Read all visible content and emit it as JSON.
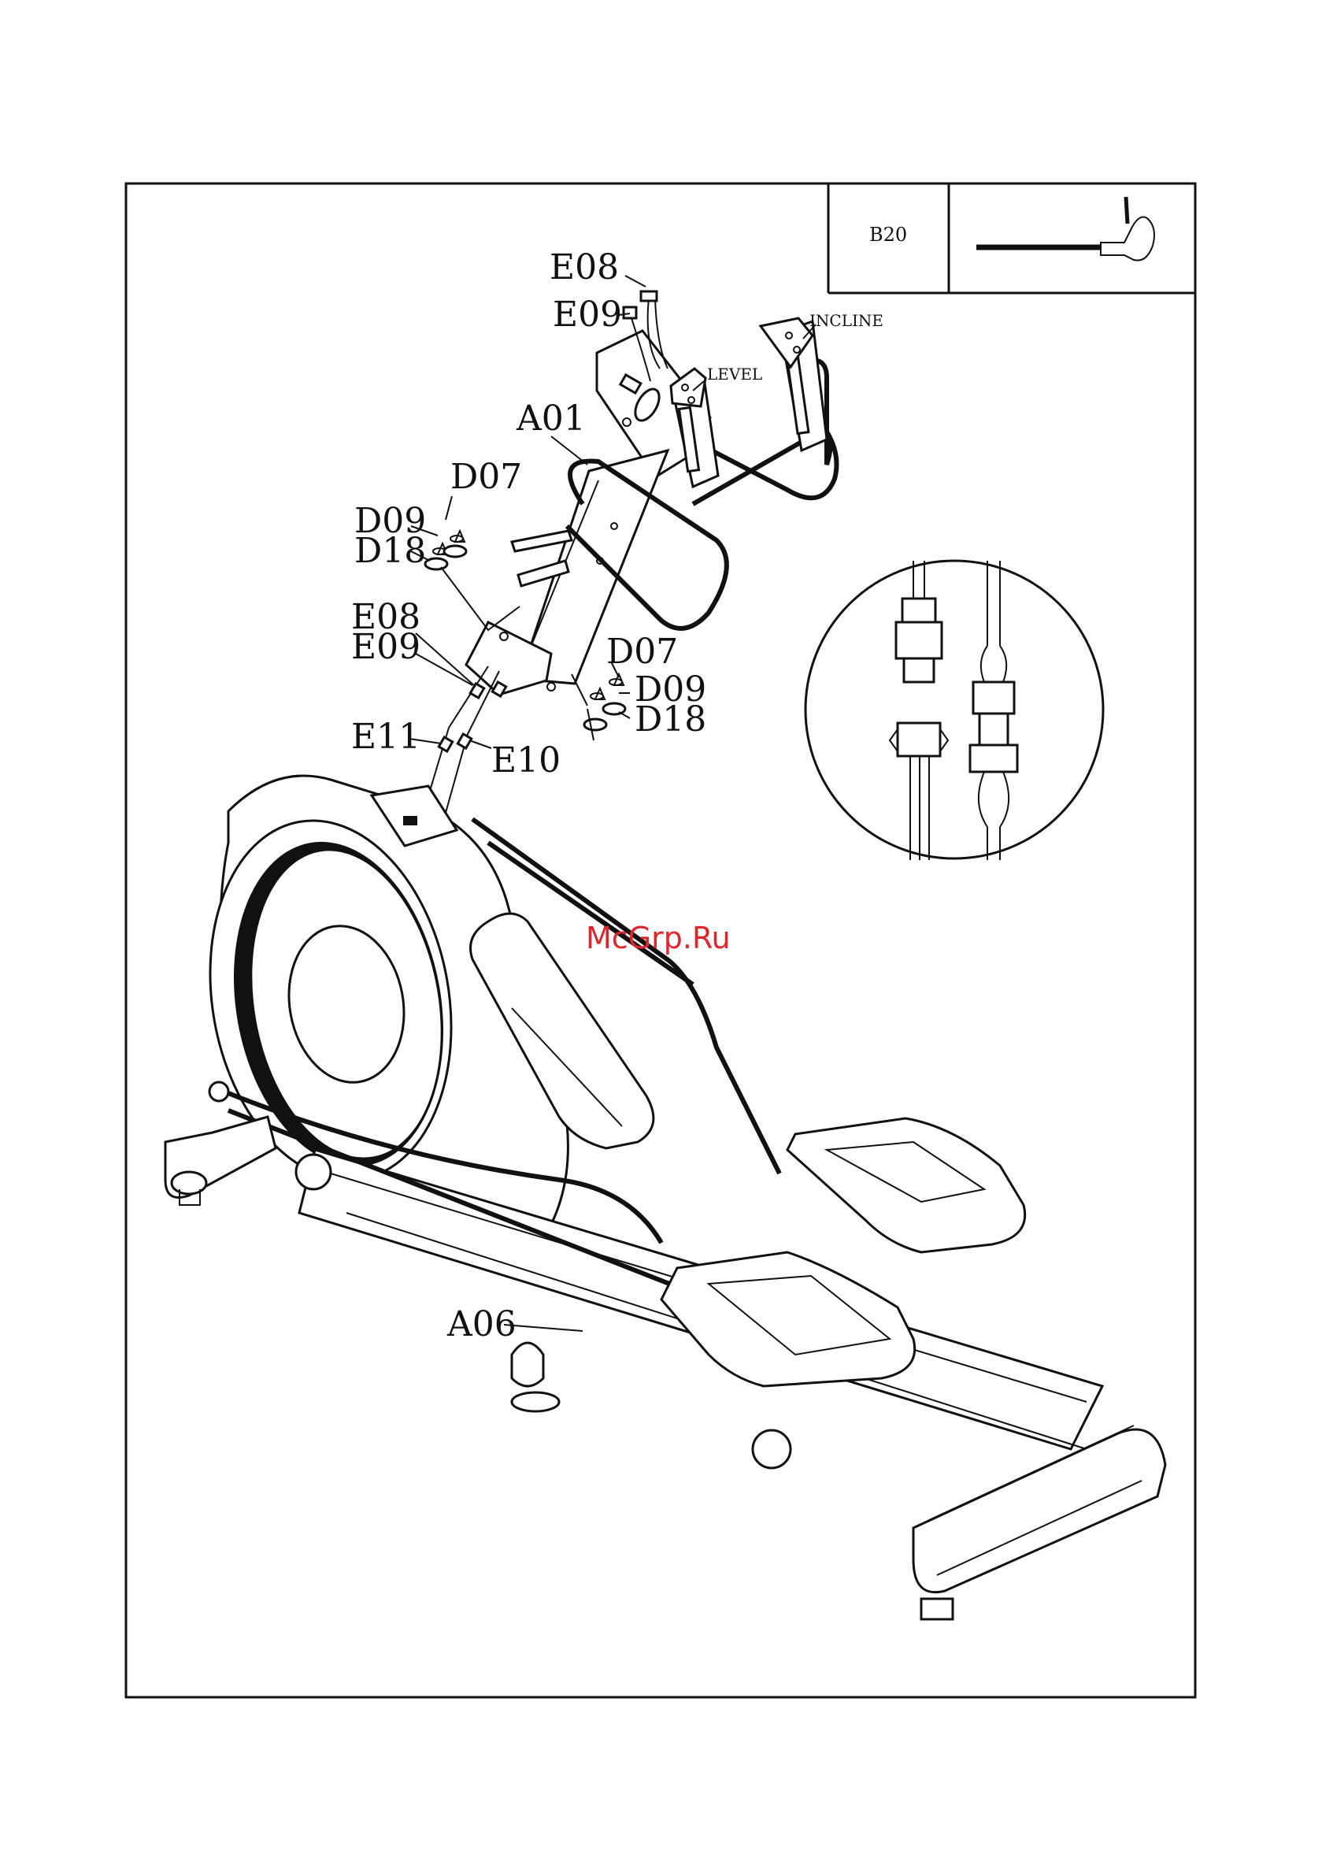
{
  "tool_box": {
    "code": "B20",
    "tool_icon": "allen-key-icon"
  },
  "labels": {
    "e08_top": "E08",
    "e09_top": "E09",
    "incline": "INCLINE",
    "level": "LEVEL",
    "a01": "A01",
    "d07_left": "D07",
    "d09_left": "D09",
    "d18_left": "D18",
    "e08_mid": "E08",
    "e09_mid": "E09",
    "d07_right": "D07",
    "d09_right": "D09",
    "d18_right": "D18",
    "e11": "E11",
    "e10": "E10",
    "a06": "A06"
  },
  "watermark": "McGrp.Ru",
  "detail_inset": {
    "content": "wire-connector-detail"
  }
}
